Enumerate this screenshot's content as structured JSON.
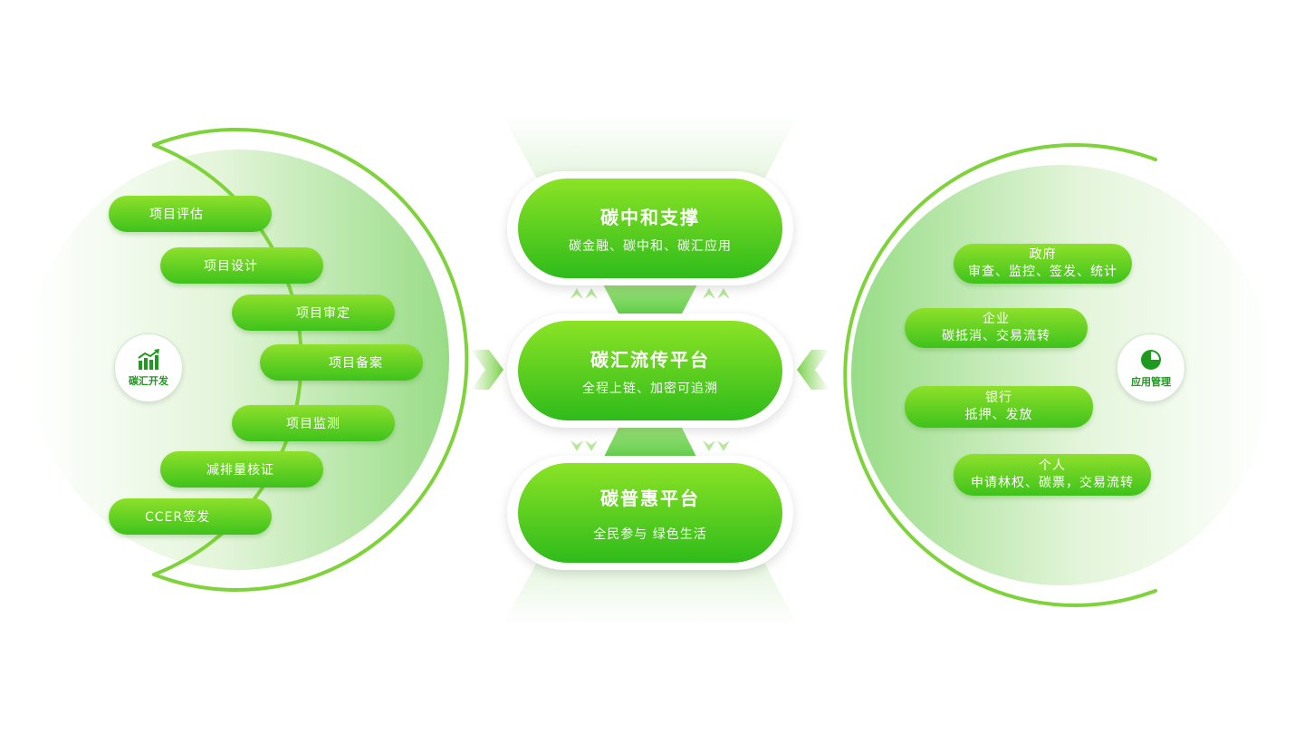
{
  "left_group": {
    "hub_label": "碳汇开发",
    "hub_icon": "bar-chart-trend-icon",
    "items": [
      "项目评估",
      "项目设计",
      "项目审定",
      "项目备案",
      "项目监测",
      "减排量核证",
      "CCER签发"
    ]
  },
  "center": {
    "top": {
      "title": "碳中和支撑",
      "subtitle": "碳金融、碳中和、碳汇应用"
    },
    "middle": {
      "title": "碳汇流传平台",
      "subtitle": "全程上链、加密可追溯"
    },
    "bottom": {
      "title": "碳普惠平台",
      "subtitle": "全民参与 绿色生活"
    }
  },
  "right_group": {
    "hub_label": "应用管理",
    "hub_icon": "pie-chart-icon",
    "items": [
      {
        "title": "政府",
        "detail": "审查、监控、签发、统计"
      },
      {
        "title": "企业",
        "detail": "碳抵消、交易流转"
      },
      {
        "title": "银行",
        "detail": "抵押、发放"
      },
      {
        "title": "个人",
        "detail": "申请林权、碳票，交易流转"
      }
    ]
  },
  "colors": {
    "accent_green": "#3ec21c",
    "light_green": "#8ee02a",
    "icon_green": "#1e9a1e"
  }
}
